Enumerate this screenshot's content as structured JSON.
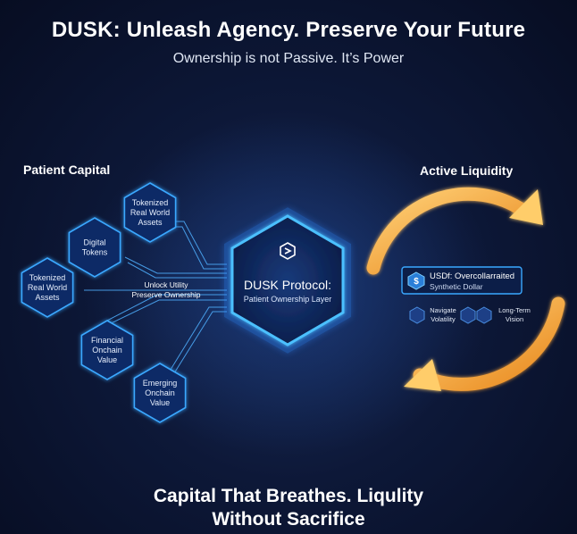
{
  "header": {
    "title": "DUSK: Unleash Agency. Preserve Your Future",
    "subtitle": "Ownership is not Passive. It’s Power"
  },
  "left": {
    "label": "Patient Capital",
    "hexes": [
      {
        "lines": [
          "Tokenized",
          "Real World",
          "Assets"
        ]
      },
      {
        "lines": [
          "Digital",
          "Tokens"
        ]
      },
      {
        "lines": [
          "Tokenized",
          "Real World",
          "Assets"
        ]
      },
      {
        "lines": [
          "Financial",
          "Onchain",
          "Value"
        ]
      },
      {
        "lines": [
          "Emerging",
          "Onchain",
          "Value"
        ]
      }
    ],
    "flow_label": [
      "Unlock Utility",
      "Preserve Ownership"
    ]
  },
  "center": {
    "logo_icon": "dusk-logo-icon",
    "title": "DUSK Protocol:",
    "subtitle": "Patient Ownership Layer"
  },
  "right": {
    "label": "Active Liquidity",
    "usd_title": "USDf: Overcollarraited",
    "usd_sub": "Synthetic Dollar",
    "usd_icon": "dollar-coin-icon",
    "volatility": [
      "Navigate",
      "Volatility"
    ],
    "vision": [
      "Long-Term",
      "Vision"
    ]
  },
  "footer": {
    "line1": "Capital That Breathes. Liqulity",
    "line2": "Without Sacrifice"
  },
  "colors": {
    "accent_blue": "#3aa8ff",
    "accent_orange": "#f2a33a",
    "background": "#0d1838"
  }
}
